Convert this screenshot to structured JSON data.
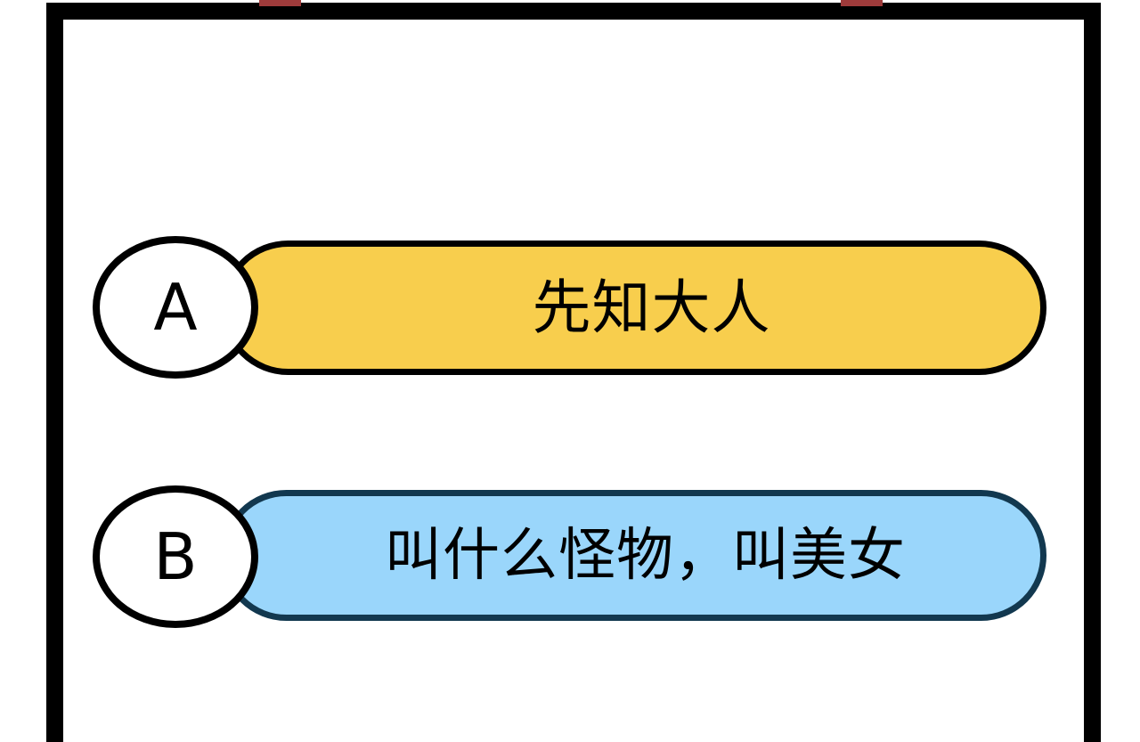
{
  "card": {
    "frame_color": "#000000",
    "background_color": "#ffffff",
    "top_markers": [
      {
        "name": "left-red-marker",
        "color": "#9e3b3b"
      },
      {
        "name": "right-red-marker",
        "color": "#9e3b3b"
      }
    ]
  },
  "options": [
    {
      "key": "A",
      "label": "先知大人",
      "fill_color": "#f8ce4d",
      "border_color": "#000000",
      "badge_fill": "#ffffff",
      "badge_border": "#000000"
    },
    {
      "key": "B",
      "label": "叫什么怪物，叫美女",
      "fill_color": "#9ad6fb",
      "border_color": "#12384f",
      "badge_fill": "#ffffff",
      "badge_border": "#000000"
    }
  ]
}
